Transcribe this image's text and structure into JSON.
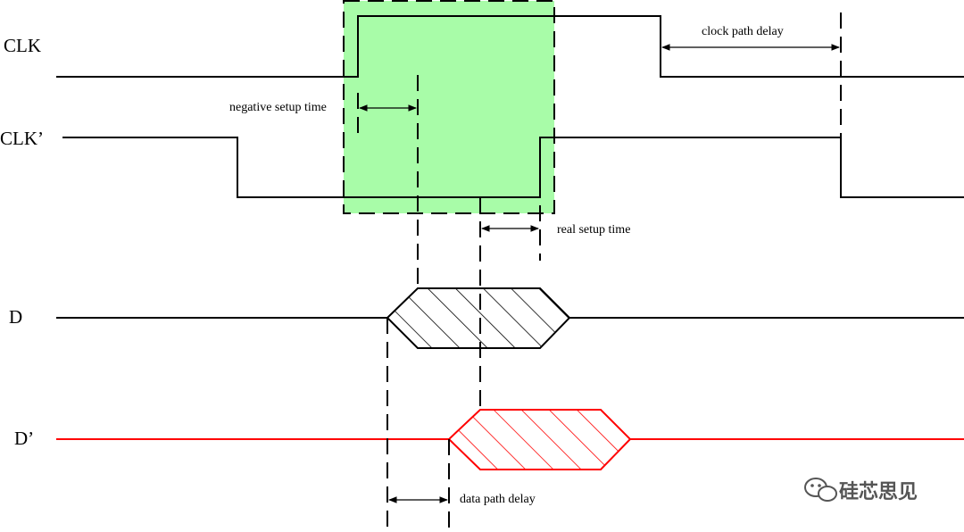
{
  "signals": {
    "clk": "CLK",
    "clk_prime": "CLK’",
    "d": "D",
    "d_prime": "D’"
  },
  "annotations": {
    "negative_setup_time": "negative setup time",
    "clock_path_delay": "clock path delay",
    "real_setup_time": "real setup time",
    "data_path_delay": "data path delay"
  },
  "watermark": {
    "text": "硅芯思见",
    "icon": "wechat-icon"
  },
  "colors": {
    "window_fill": "#a8fca8",
    "black_signal": "#000000",
    "red_signal": "#ff0000"
  }
}
